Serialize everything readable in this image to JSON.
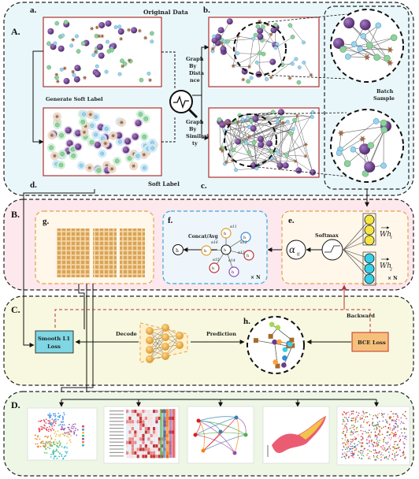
{
  "panels": {
    "A": {
      "label": "A.",
      "bg": "#eaf7fa"
    },
    "B": {
      "label": "B.",
      "bg": "#fde8ee"
    },
    "C": {
      "label": "C.",
      "bg": "#f7f8df"
    },
    "D": {
      "label": "D.",
      "bg": "#eef6e6"
    }
  },
  "subfigs": {
    "a": {
      "label": "a.",
      "title": "Original Data"
    },
    "b": {
      "label": "b."
    },
    "c": {
      "label": "c."
    },
    "d": {
      "label": "d.",
      "title": "Soft Label"
    },
    "e": {
      "label": "e."
    },
    "f": {
      "label": "f."
    },
    "g": {
      "label": "g."
    },
    "h": {
      "label": "h."
    }
  },
  "texts": {
    "generate_soft_label": "Generate Soft Label",
    "graph_by_distance": [
      "Graph",
      "By",
      "Dista",
      "nce"
    ],
    "graph_by_similarity": [
      "Graph",
      "By",
      "Similari",
      "ty"
    ],
    "batch_sample": [
      "Batch",
      "Sample"
    ],
    "softmax": "Softmax",
    "alpha_ij": "α",
    "alpha_sub": "ij",
    "wh_i": "Wh",
    "wh_i_sub": "i",
    "wh_j": "Wh",
    "wh_j_sub": "j",
    "times_n": "× N",
    "concat_avg": "Concat/Avg",
    "h_hat": "h",
    "alpha_11": "α11",
    "alpha_12": "α12",
    "alpha_13": "α13",
    "alpha_14": "α14",
    "alpha_15": "α15",
    "alpha_16": "α16",
    "backward": "Backward",
    "smooth_l1": [
      "Smooth L1",
      "Loss"
    ],
    "decode": "Decode",
    "prediction": "Prediction",
    "bce_loss": "BCE Loss"
  },
  "colors": {
    "purple": "#6b3a8c",
    "green": "#8fd19e",
    "blue": "#9fd3ea",
    "brown": "#9b6b4a",
    "red_border": "#b03030",
    "orange": "#f4a340",
    "yellow": "#f5e642",
    "cyan": "#35d0e8",
    "gold": "#e7b15c"
  }
}
